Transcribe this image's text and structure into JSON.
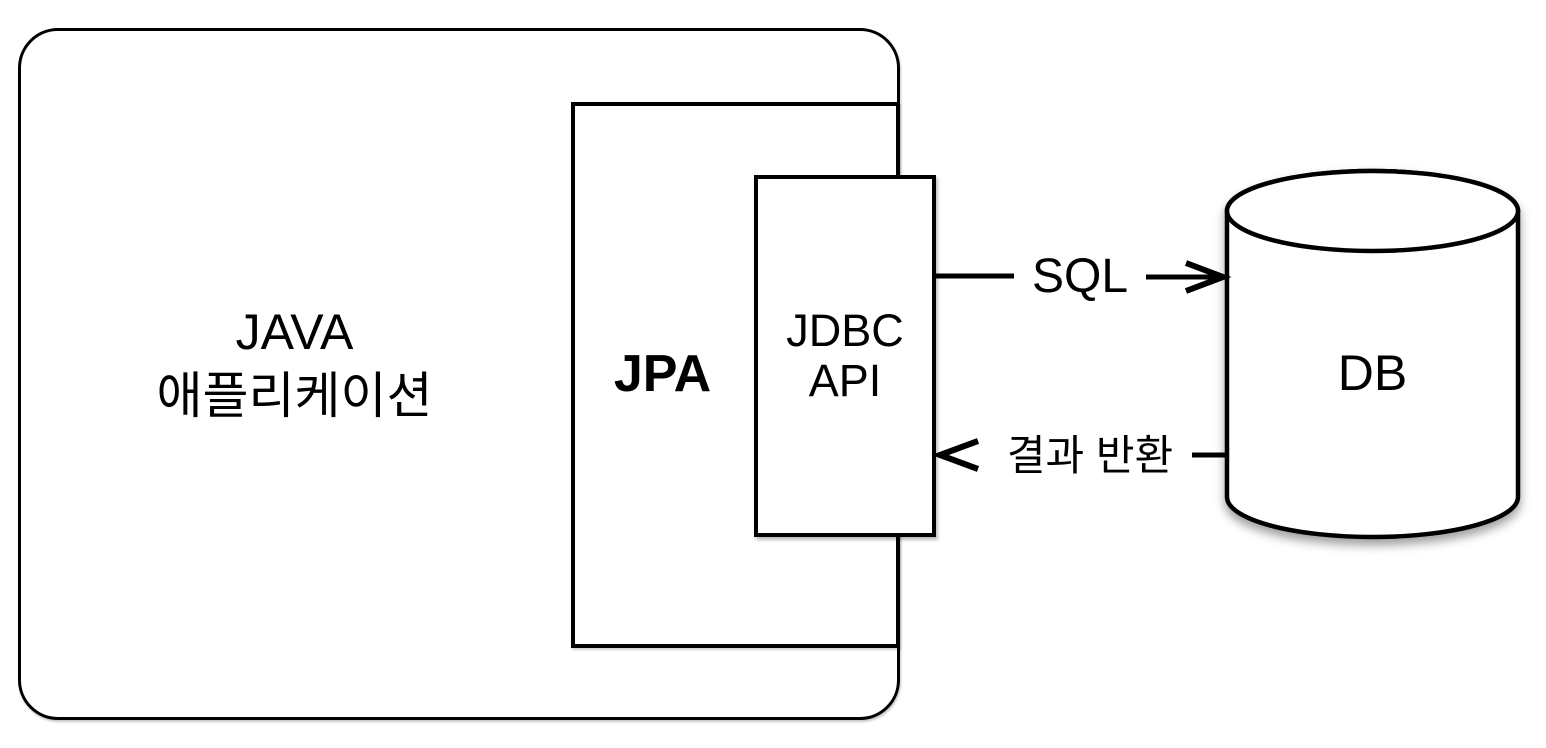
{
  "diagram": {
    "title": "JPA - JDBC - DB architecture diagram",
    "java_app": {
      "label_line1": "JAVA",
      "label_line2": "애플리케이션"
    },
    "jpa": {
      "label": "JPA"
    },
    "jdbc": {
      "label_line1": "JDBC",
      "label_line2": "API"
    },
    "db": {
      "label": "DB",
      "shape": "cylinder"
    },
    "arrows": {
      "sql": {
        "label": "SQL",
        "direction": "right",
        "from": "JDBC API",
        "to": "DB"
      },
      "result": {
        "label": "결과 반환",
        "direction": "left",
        "from": "DB",
        "to": "JDBC API"
      }
    },
    "colors": {
      "stroke": "#000000",
      "background": "#ffffff",
      "shadow": "rgba(0,0,0,0.35)"
    }
  }
}
